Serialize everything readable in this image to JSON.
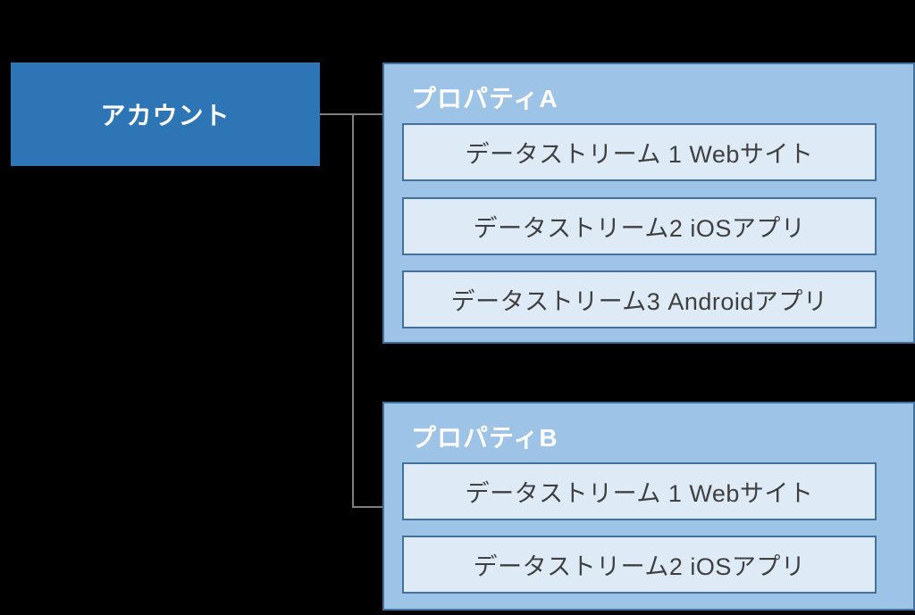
{
  "diagram": {
    "account": {
      "label": "アカウント"
    },
    "properties": [
      {
        "title": "プロパティA",
        "streams": [
          "データストリーム 1 Webサイト",
          "データストリーム2 iOSアプリ",
          "データストリーム3 Androidアプリ"
        ]
      },
      {
        "title": "プロパティB",
        "streams": [
          "データストリーム 1 Webサイト",
          "データストリーム2 iOSアプリ"
        ]
      }
    ]
  },
  "colors": {
    "background": "#000000",
    "account_fill": "#2E75B6",
    "property_fill": "#9DC3E6",
    "property_border": "#41719C",
    "stream_fill": "#DEEBF7",
    "stream_border": "#41719C",
    "connector": "#808080",
    "title_text": "#FFFFFF",
    "stream_text": "#3F3F3F"
  }
}
